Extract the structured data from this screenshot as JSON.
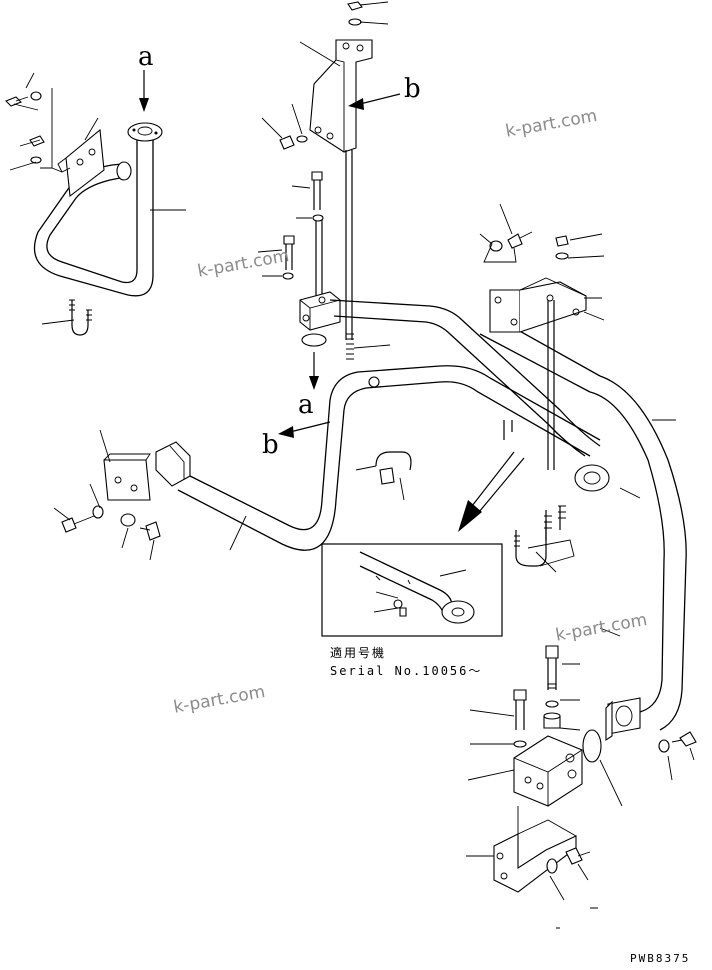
{
  "labels": {
    "a": "a",
    "b": "b"
  },
  "watermark": "k-part.com",
  "inset": {
    "caption_jp": "適用号機",
    "serial": "Serial No.10056～"
  },
  "drawing_code": "PWB8375"
}
